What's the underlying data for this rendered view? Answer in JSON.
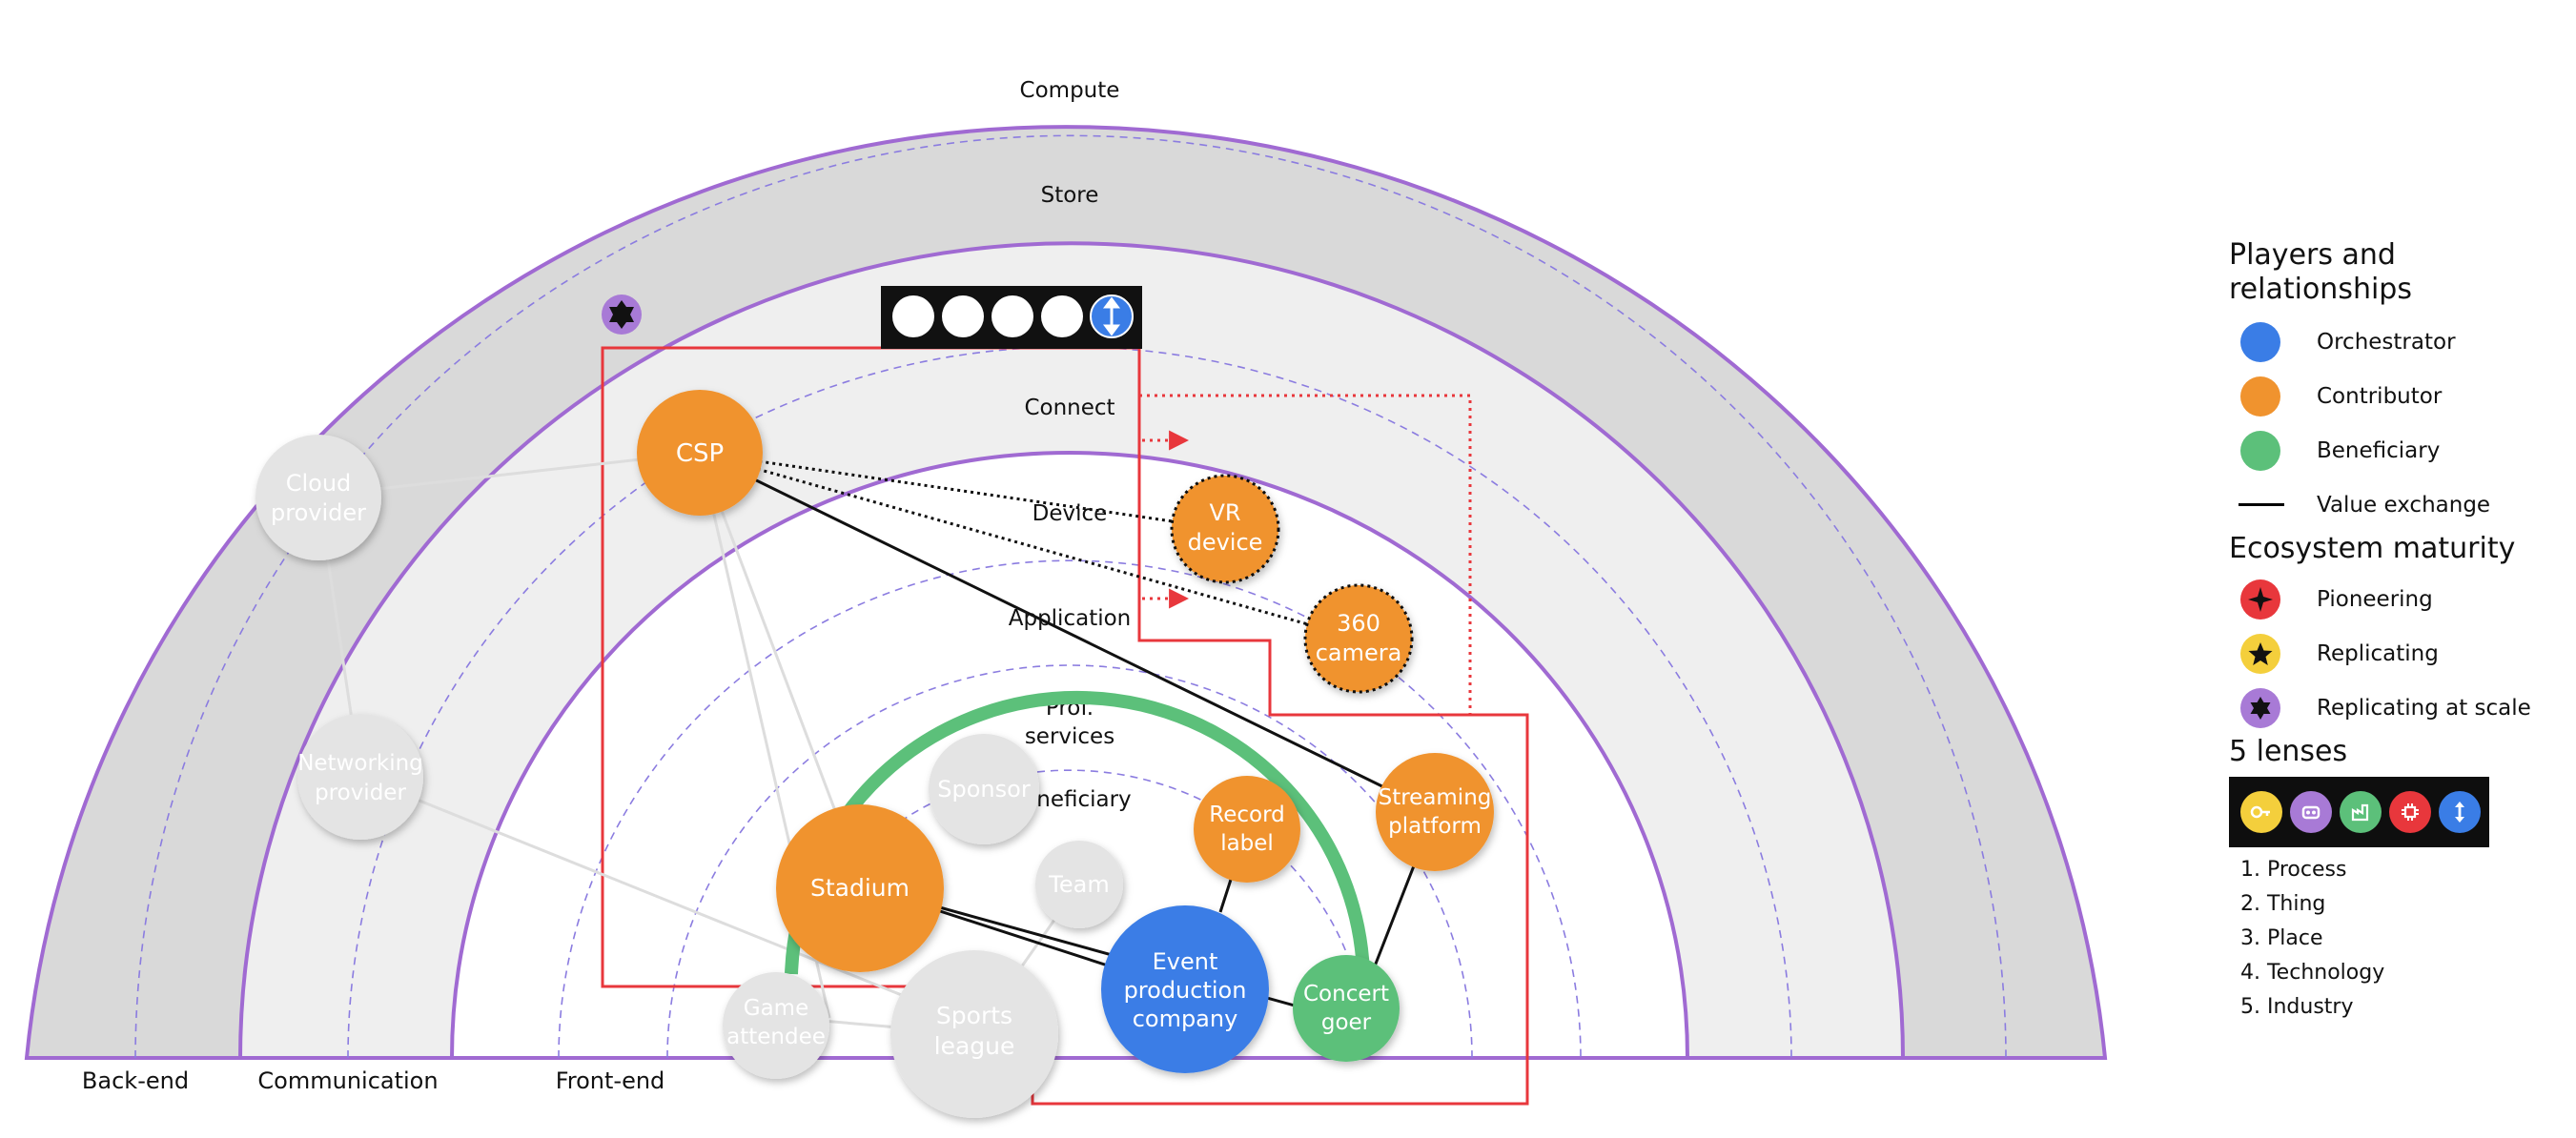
{
  "diagram": {
    "layers": {
      "compute": "Compute",
      "store": "Store",
      "connect": "Connect",
      "device": "Device",
      "application": "Application",
      "prof_services": [
        "Prof.",
        "services"
      ],
      "beneficiary": "Beneficiary"
    },
    "bottom_labels": {
      "back_end": "Back-end",
      "communication": "Communication",
      "front_end": "Front-end"
    },
    "nodes": {
      "csp": [
        "CSP"
      ],
      "vr_device": [
        "VR",
        "device"
      ],
      "camera360": [
        "360",
        "camera"
      ],
      "streaming_platform": [
        "Streaming",
        "platform"
      ],
      "record_label": [
        "Record",
        "label"
      ],
      "stadium": [
        "Stadium"
      ],
      "event_production_company": [
        "Event",
        "production",
        "company"
      ],
      "concert_goer": [
        "Concert",
        "goer"
      ],
      "cloud_provider": [
        "Cloud",
        "provider"
      ],
      "networking_provider": [
        "Networking",
        "provider"
      ],
      "sponsor": [
        "Sponsor"
      ],
      "team": [
        "Team"
      ],
      "game_attendee": [
        "Game",
        "attendee"
      ],
      "sports_league": [
        "Sports",
        "league"
      ]
    }
  },
  "legend": {
    "players_title": "Players and relationships",
    "players": [
      {
        "label": "Orchestrator",
        "color": "#3a7de6"
      },
      {
        "label": "Contributor",
        "color": "#f0932e"
      },
      {
        "label": "Beneficiary",
        "color": "#5cc07a"
      }
    ],
    "value_exchange": "Value exchange",
    "maturity_title": "Ecosystem maturity",
    "maturity": [
      {
        "label": "Pioneering",
        "color": "#e8373c",
        "icon": "four-point-star-icon"
      },
      {
        "label": "Replicating",
        "color": "#f4cf3c",
        "icon": "five-point-star-icon"
      },
      {
        "label": "Replicating at scale",
        "color": "#a87ad6",
        "icon": "six-point-star-icon"
      }
    ],
    "lenses_title": "5 lenses",
    "lenses": [
      "1. Process",
      "2. Thing",
      "3. Place",
      "4. Technology",
      "5. Industry"
    ],
    "lens_colors": [
      "#f4cf3c",
      "#a87ad6",
      "#5cc07a",
      "#e8373c",
      "#3a7de6"
    ]
  },
  "colors": {
    "orchestrator": "#3a7de6",
    "contributor": "#f0932e",
    "beneficiary": "#5cc07a",
    "inactive": "#e4e4e4",
    "ring_border": "#a06ad2",
    "boundary": "#e8373c"
  }
}
